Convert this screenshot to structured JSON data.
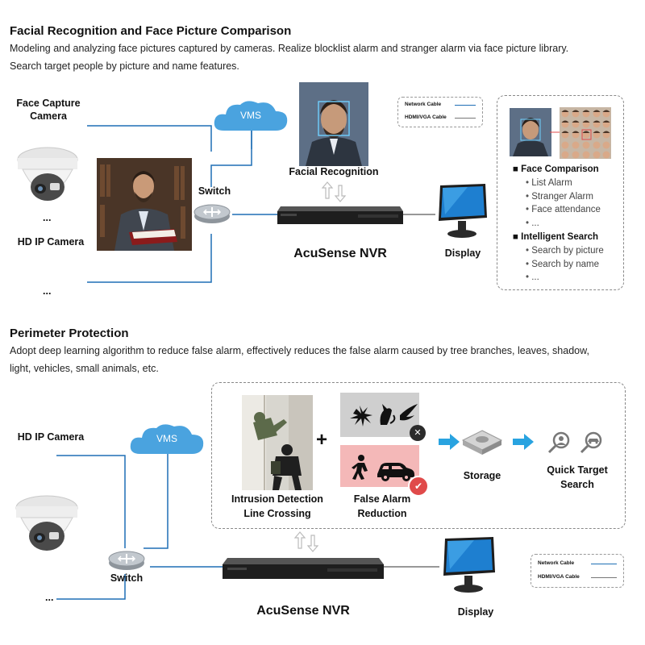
{
  "section1": {
    "title": "Facial Recognition and Face Picture Comparison",
    "desc_line1": "Modeling and analyzing face pictures captured by cameras. Realize blocklist alarm and stranger alarm via face picture library.",
    "desc_line2": "Search target people by picture and name features.",
    "face_capture_camera": "Face Capture\nCamera",
    "face_capture_line1": "Face Capture",
    "face_capture_line2": "Camera",
    "ellipsis_a": "...",
    "hd_ip_camera": "HD IP Camera",
    "ellipsis_b": "...",
    "vms": "VMS",
    "switch": "Switch",
    "facial_recognition": "Facial Recognition",
    "nvr": "AcuSense NVR",
    "display": "Display",
    "legend": {
      "network": "Network Cable",
      "hdmi": "HDMI/VGA Cable"
    },
    "features": {
      "face_comparison_head": "Face Comparison",
      "face_items": [
        "List Alarm",
        "Stranger Alarm",
        "Face attendance",
        "..."
      ],
      "search_head": "Intelligent Search",
      "search_items": [
        "Search by picture",
        "Search by name",
        "..."
      ]
    }
  },
  "section2": {
    "title": "Perimeter Protection",
    "desc_line1": "Adopt deep learning algorithm to reduce false alarm, effectively reduces the false alarm caused by tree branches, leaves, shadow,",
    "desc_line2": "light, vehicles, small animals, etc.",
    "hd_ip_camera": "HD IP Camera",
    "vms": "VMS",
    "switch": "Switch",
    "ellipsis": "...",
    "intrusion_line1": "Intrusion Detection",
    "intrusion_line2": "Line Crossing",
    "plus": "+",
    "false_alarm_line1": "False Alarm",
    "false_alarm_line2": "Reduction",
    "storage": "Storage",
    "quick_line1": "Quick Target",
    "quick_line2": "Search",
    "nvr": "AcuSense NVR",
    "display": "Display",
    "legend": {
      "network": "Network Cable",
      "hdmi": "HDMI/VGA Cable"
    }
  },
  "colors": {
    "network_line": "#1f6fb5",
    "hdmi_line": "#777777",
    "vms_cloud": "#4aa3df",
    "arrow": "#29a3e0",
    "alarm_pink": "#f4b8b8",
    "reject_grey": "#cfcfcf"
  }
}
